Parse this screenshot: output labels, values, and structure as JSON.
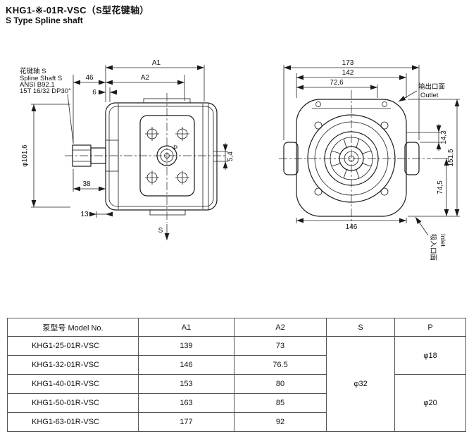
{
  "page": {
    "title_cn": "KHG1-※-01R-VSC（S型花键轴）",
    "title_en": "S Type Spline shaft"
  },
  "side_view": {
    "spline_note": {
      "line1": "花键轴 S",
      "line2": "Spline Shaft S",
      "line3": "ANSI B92.1",
      "line4": "15T 16/32 DP30°"
    },
    "dims": {
      "a1": "A1",
      "a2": "A2",
      "d46": "46",
      "d6": "6",
      "dia": "φ101,6",
      "d38": "38",
      "d13": "13",
      "d54": "5,4"
    },
    "port_label": "P",
    "section_label": "S"
  },
  "front_view": {
    "outlet": {
      "cn": "输出口面",
      "en": "Outlet"
    },
    "inlet": {
      "cn": "吸入口面",
      "en": "Inlet"
    },
    "dims": {
      "d173": "173",
      "d142": "142",
      "d726": "72,6",
      "d143": "14,3",
      "d1515": "151,5",
      "d745": "74,5",
      "d146": "146"
    }
  },
  "table": {
    "headers": {
      "model": "泵型号  Model No.",
      "a1": "A1",
      "a2": "A2",
      "s": "S",
      "p": "P"
    },
    "rows": [
      {
        "model": "KHG1-25-01R-VSC",
        "a1": "139",
        "a2": "73"
      },
      {
        "model": "KHG1-32-01R-VSC",
        "a1": "146",
        "a2": "76.5"
      },
      {
        "model": "KHG1-40-01R-VSC",
        "a1": "153",
        "a2": "80"
      },
      {
        "model": "KHG1-50-01R-VSC",
        "a1": "163",
        "a2": "85"
      },
      {
        "model": "KHG1-63-01R-VSC",
        "a1": "177",
        "a2": "92"
      }
    ],
    "s_value": "φ32",
    "p_value_small": "φ18",
    "p_value_large": "φ20"
  }
}
